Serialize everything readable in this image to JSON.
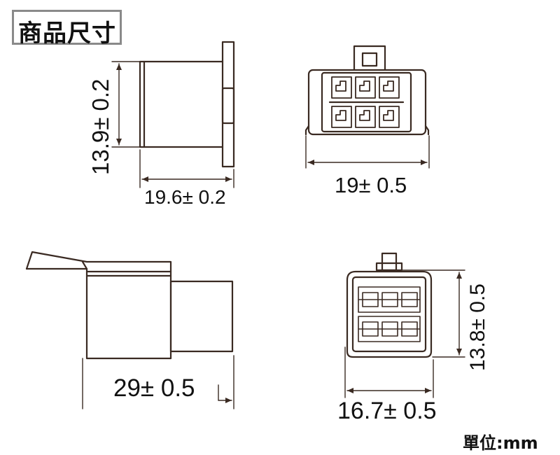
{
  "title": "商品尺寸",
  "unit_label": "單位:mm",
  "dimensions": {
    "side_height": "13.9± 0.2",
    "side_length": "19.6± 0.2",
    "front_width": "19± 0.5",
    "long_side_length": "29± 0.5",
    "rear_height": "13.8± 0.5",
    "rear_width": "16.7± 0.5"
  }
}
